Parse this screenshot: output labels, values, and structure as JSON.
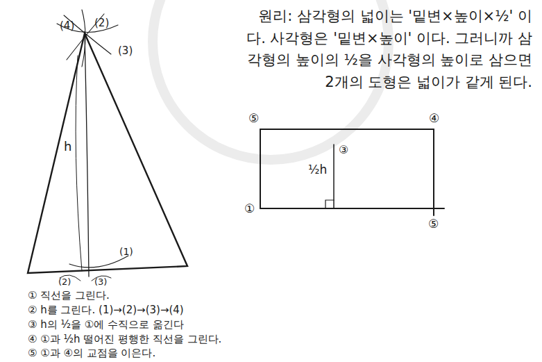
{
  "diagram": {
    "labels": [
      "원리: 삼각형의 넓이는 '밑변×높이×½' 이다. 사각형은 '밑변×높이' 이다. 그러니까 삼각형의 높이의 ½을 사각형의 높이로 삼으면 2개의 도형은 넓이가 같게 된다.",
      "(4)",
      "(2)",
      "(3)",
      "h",
      "(1)",
      "(2)",
      "(3)",
      "① 직선을 그린다.",
      "② h를 그린다. (1)→(2)→(3)→(4)",
      "③ h의 ½을 ①에 수직으로 옮긴다",
      "④ ①과 ½h 떨어진 평행한 직선을 그린다.",
      "⑤ ①과 ④의 교점을 이은다.",
      "⑤",
      "④",
      "③",
      "½h",
      "①",
      "⑤"
    ]
  }
}
